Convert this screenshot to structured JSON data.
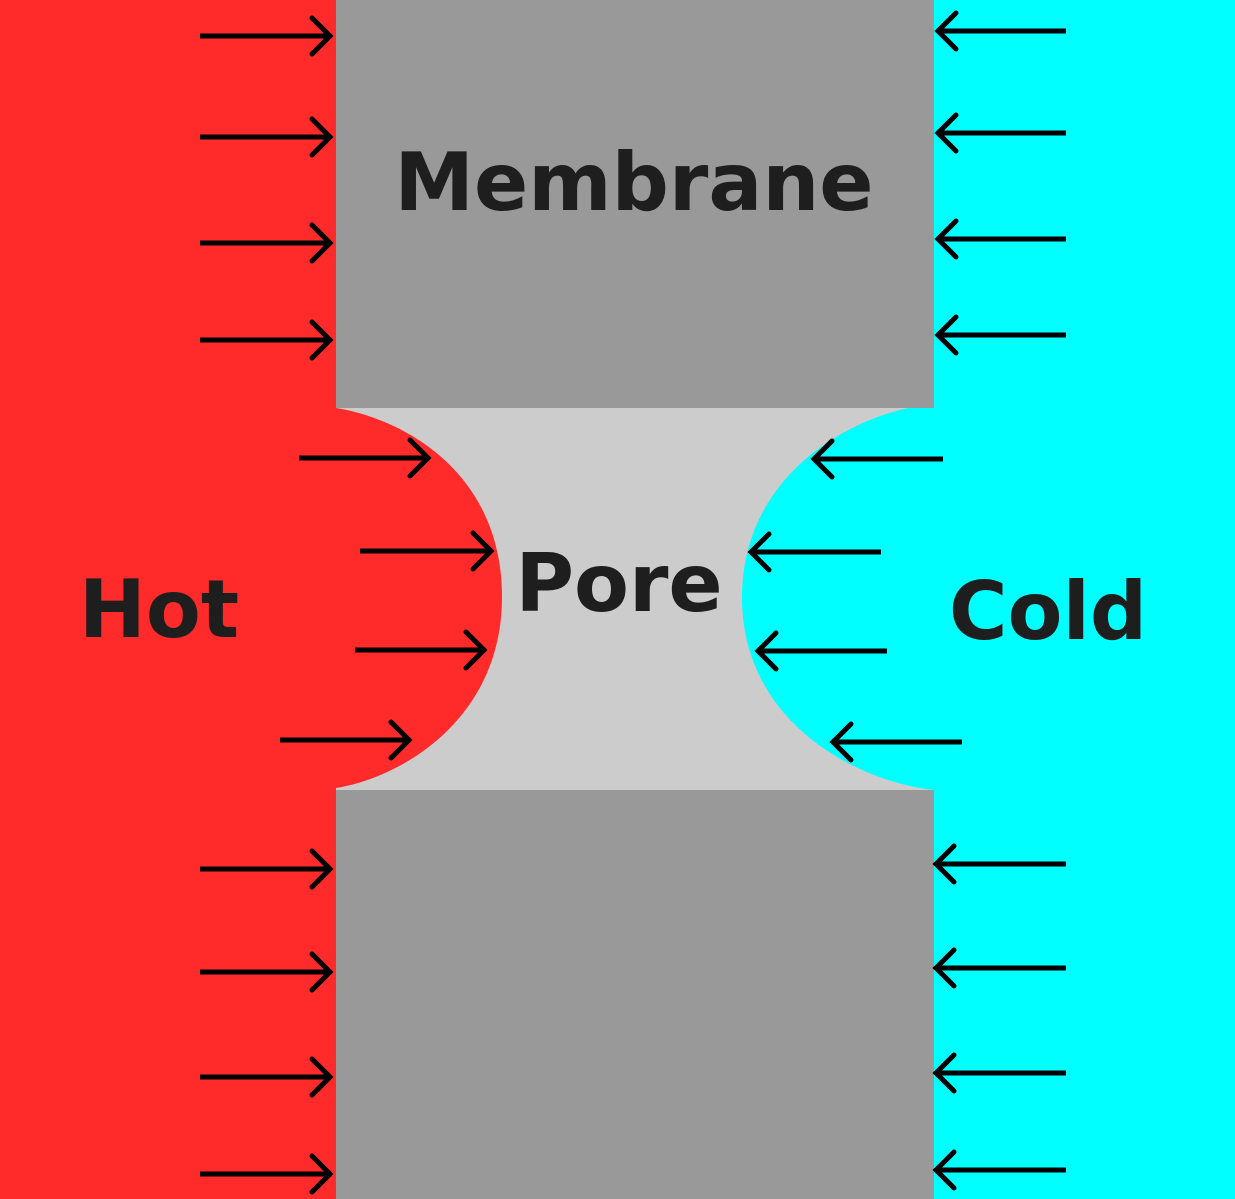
{
  "labels": {
    "membrane": "Membrane",
    "pore": "Pore",
    "hot": "Hot",
    "cold": "Cold"
  },
  "colors": {
    "hot_side": "#ff2a2a",
    "cold_side": "#00ffff",
    "membrane": "#999999",
    "pore": "#cccccc",
    "text": "#1e1e1e",
    "arrow": "#000000"
  },
  "arrow_groups": {
    "hot_outer": {
      "side": "hot",
      "direction": "right",
      "count": 8
    },
    "hot_inner": {
      "side": "hot",
      "direction": "right",
      "count": 4
    },
    "cold_outer": {
      "side": "cold",
      "direction": "left",
      "count": 8
    },
    "cold_inner": {
      "side": "cold",
      "direction": "left",
      "count": 4
    }
  }
}
